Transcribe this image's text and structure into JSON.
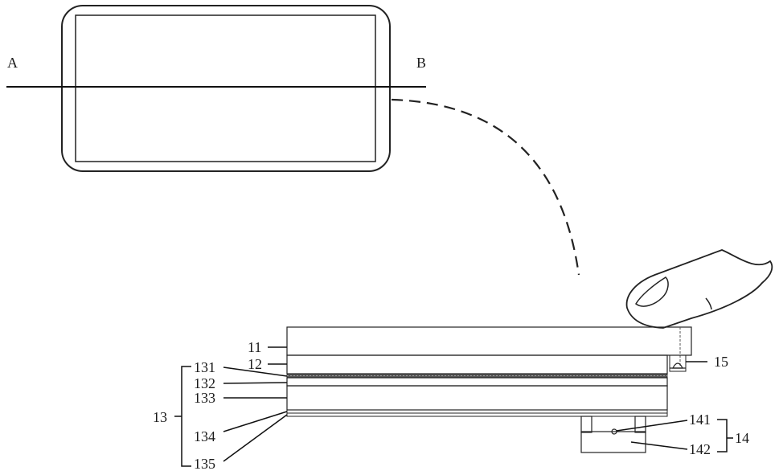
{
  "section": {
    "a": "A",
    "b": "B"
  },
  "labels": {
    "l11": "11",
    "l12": "12",
    "l13": "13",
    "l131": "131",
    "l132": "132",
    "l133": "133",
    "l134": "134",
    "l135": "135",
    "l14": "14",
    "l141": "141",
    "l142": "142",
    "l15": "15"
  }
}
